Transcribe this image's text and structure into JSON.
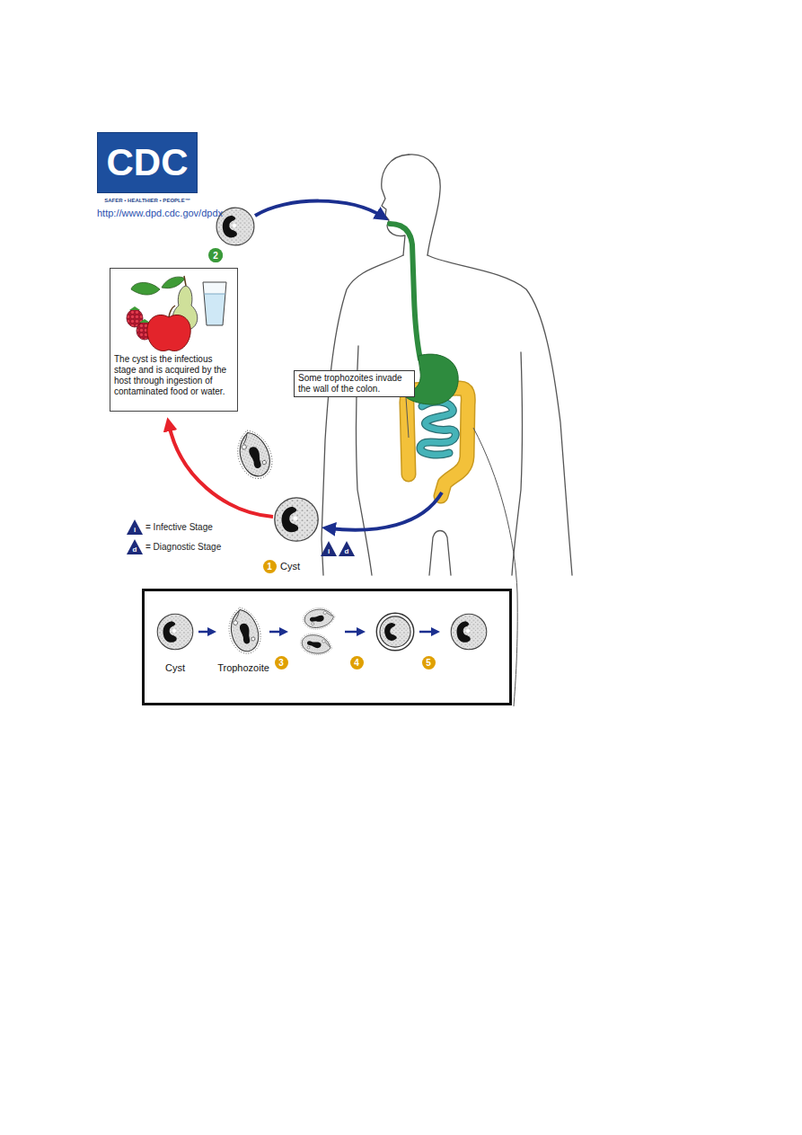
{
  "diagram": {
    "nodes": [
      {
        "text": [
          "CDC",
          "SAFER • HEALTHIER • PEOPLE™"
        ]
      },
      {
        "text": [
          "The cyst is the infectious stage and is acquired by the host through ingestion of contaminated food or water."
        ]
      },
      {
        "text": [
          "Some trophozoites invade the wall of the colon."
        ]
      },
      {
        "text": [
          "Cyst",
          "Trophozoite"
        ]
      }
    ],
    "labels": [
      "http://www.dpd.cdc.gov/dpdx",
      "2",
      "i",
      "i",
      "d",
      "d",
      "1",
      "Cyst",
      "3",
      "4",
      "5"
    ],
    "legend": [
      {
        "text": "= Infective Stage"
      },
      {
        "text": "= Diagnostic Stage"
      }
    ]
  }
}
